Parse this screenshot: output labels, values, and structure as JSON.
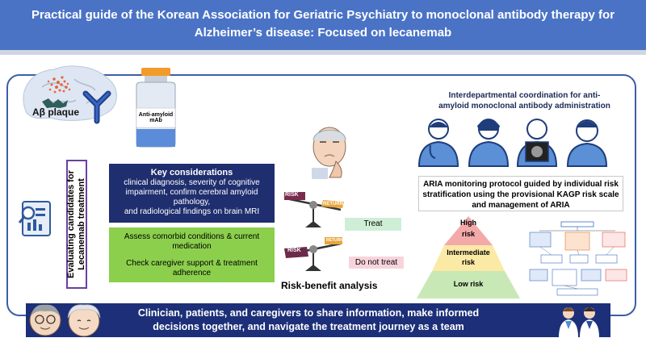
{
  "header": {
    "title": "Practical guide of the Korean Association for Geriatric Psychiatry to monoclonal antibody therapy for Alzheimer’s disease: Focused on lecanemab"
  },
  "abeta_label": "Aβ plaque",
  "vial": {
    "line1": "Anti-amyloid",
    "line2": "mAb"
  },
  "evaluation": {
    "label_line1": "Evaluating candidates for",
    "label_line2": "Lecanemab treatment"
  },
  "key_considerations": {
    "title": "Key considerations",
    "body": "clinical diagnosis, severity of cognitive impairment, confirm cerebral amyloid pathology,",
    "body2": "and radiological findings on brain MRI"
  },
  "comorbid": {
    "line1": "Assess comorbid conditions & current medication",
    "line2": "Check caregiver support & treatment adherence"
  },
  "scales": {
    "risk": "RISK",
    "return": "RETURN",
    "treat": "Treat",
    "do_not_treat": "Do not treat",
    "analysis": "Risk-benefit analysis"
  },
  "coordination": {
    "title": "Interdepartmental coordination for anti-amyloid monoclonal antibody administration"
  },
  "aria": {
    "text": "ARIA monitoring protocol guided by individual risk stratification using the provisional KAGP risk scale and management of ARIA"
  },
  "pyramid": {
    "high": "High risk",
    "high1": "High",
    "high2": "risk",
    "intermediate": "Intermediate risk",
    "inter1": "Intermediate",
    "inter2": "risk",
    "low": "Low risk"
  },
  "bottom": {
    "text": "Clinician, patients, and caregivers to share information, make informed decisions together, and navigate the treatment journey as a team"
  },
  "colors": {
    "header": "#4a73c6",
    "navy": "#1f2e6e",
    "green": "#8ccf4d",
    "bottom": "#1c2f78",
    "pyramid_high": "#f4a9a9",
    "pyramid_mid": "#fbe9a6",
    "pyramid_low": "#c8e8b5"
  }
}
